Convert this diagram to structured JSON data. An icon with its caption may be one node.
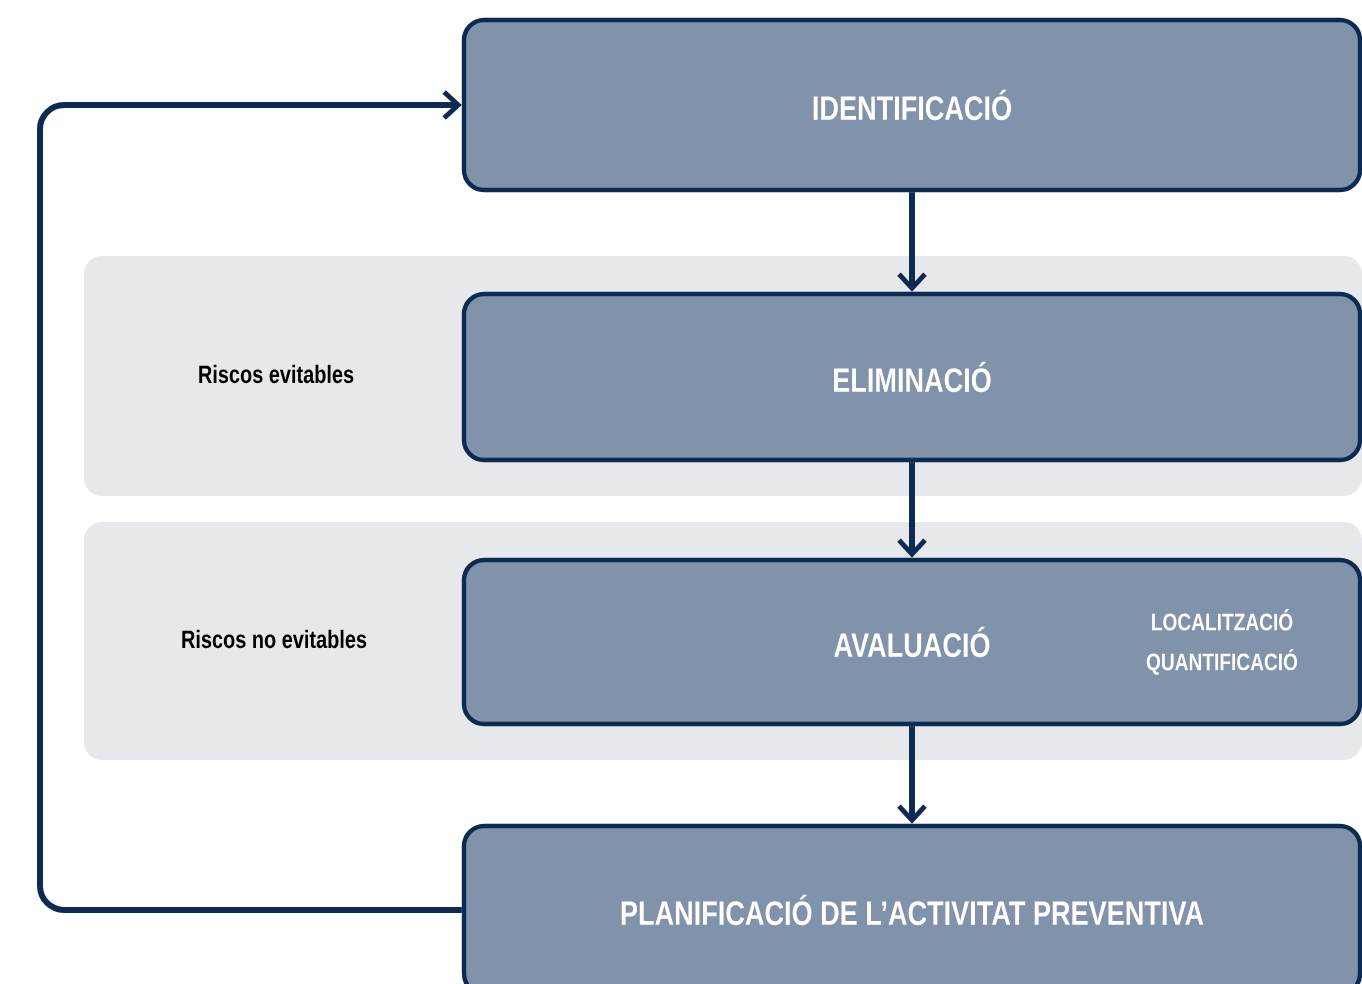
{
  "diagram": {
    "nodes": [
      {
        "text": [
          "IDENTIFICACIÓ"
        ]
      },
      {
        "text": [
          "Riscos evitables"
        ]
      },
      {
        "text": [
          "ELIMINACIÓ"
        ],
        "in": 1
      },
      {
        "text": [
          "Riscos no evitables"
        ]
      },
      {
        "text": [
          "AVALUACIÓ",
          "LOCALITZACIÓ QUANTIFICACIÓ"
        ],
        "in": 3
      },
      {
        "text": [
          "PLANIFICACIÓ DE L’ACTIVITAT PREVENTIVA"
        ]
      }
    ],
    "edges": [
      {
        "from": 0,
        "to": 2,
        "arrow": "to"
      },
      {
        "from": 2,
        "to": 4,
        "arrow": "to"
      },
      {
        "from": 4,
        "to": 5,
        "arrow": "to"
      },
      {
        "from": 5,
        "to": 0,
        "arrow": "to"
      }
    ]
  }
}
